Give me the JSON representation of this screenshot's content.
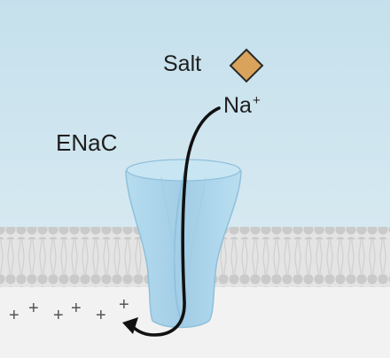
{
  "labels": {
    "salt": "Salt",
    "sodium_base": "Na",
    "sodium_charge": "+",
    "channel": "ENaC",
    "charges": "+ + + + + +"
  },
  "colors": {
    "extracellular_bg": "#c2dde9",
    "membrane_head": "#c9c9c9",
    "membrane_tail": "#dcdcdc",
    "intracellular_bg": "#f1f1f1",
    "channel_fill": "#a9d3ea",
    "channel_edge": "#8abcd8",
    "salt_crystal": "#d9a35c",
    "arrow": "#111111"
  },
  "icons": {
    "salt": "diamond-crystal-icon",
    "channel": "enac-channel-icon",
    "ion_path": "curved-arrow-icon"
  }
}
